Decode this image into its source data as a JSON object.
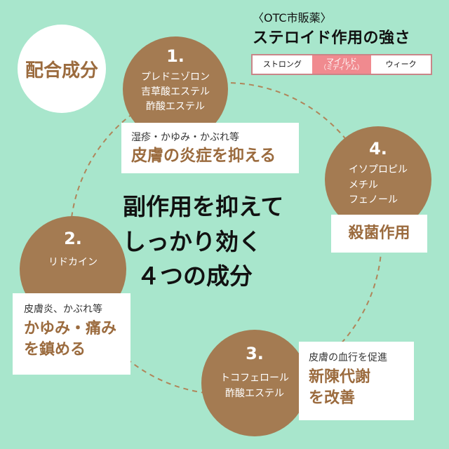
{
  "badge": {
    "label": "配合成分"
  },
  "header": {
    "category": "〈OTC市販薬〉",
    "title": "ステロイド作用の強さ",
    "scale": [
      {
        "label": "ストロング",
        "sub": "",
        "active": false
      },
      {
        "label": "マイルド",
        "sub": "（ミディアム）",
        "active": true
      },
      {
        "label": "ウィーク",
        "sub": "",
        "active": false
      }
    ]
  },
  "center": {
    "lines": [
      "副作用を抑えて",
      "しっかり効く",
      "４つの成分"
    ]
  },
  "ingredients": [
    {
      "number": "1.",
      "names": [
        "プレドニゾロン",
        "吉草酸エステル",
        "酢酸エステル"
      ],
      "effect_small": "湿疹・かゆみ・かぶれ等",
      "effect_big": [
        "皮膚の炎症を抑える"
      ]
    },
    {
      "number": "2.",
      "names": [
        "リドカイン"
      ],
      "effect_small": "皮膚炎、かぶれ等",
      "effect_big": [
        "かゆみ・痛み",
        "を鎮める"
      ]
    },
    {
      "number": "3.",
      "names": [
        "トコフェロール",
        "酢酸エステル"
      ],
      "effect_small": "皮膚の血行を促進",
      "effect_big": [
        "新陳代謝",
        "を改善"
      ]
    },
    {
      "number": "4.",
      "names": [
        "イソプロピル",
        "メチル",
        "フェノール"
      ],
      "effect_small": "",
      "effect_big": [
        "殺菌作用"
      ]
    }
  ],
  "colors": {
    "background": "#a8e6cc",
    "circle": "#a47b52",
    "accent_text": "#9b6b3e",
    "active_scale": "#f08a8f",
    "ring": "#b0855a"
  }
}
